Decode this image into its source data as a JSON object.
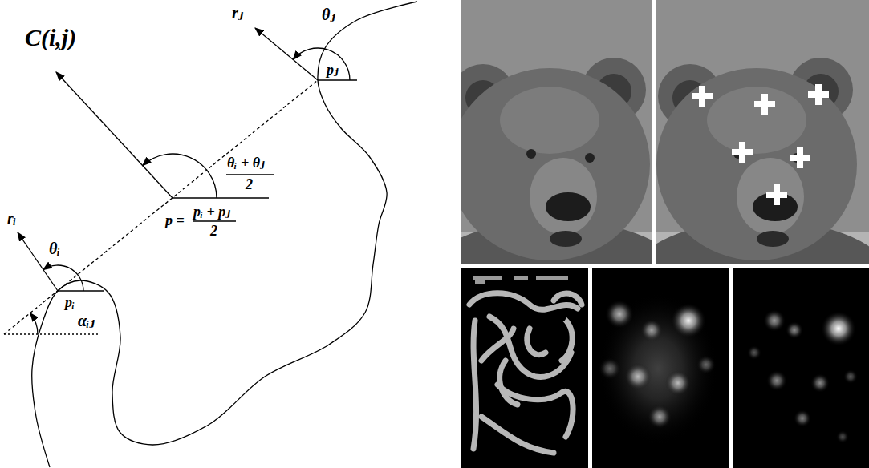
{
  "diagram": {
    "labels": [
      "C(i,j)",
      "rⱼ",
      "θⱼ",
      "pⱼ",
      "θᵢ + θⱼ",
      "2",
      "p =",
      "pᵢ + pⱼ",
      "2",
      "rᵢ",
      "θᵢ",
      "pᵢ",
      "αᵢⱼ"
    ]
  }
}
